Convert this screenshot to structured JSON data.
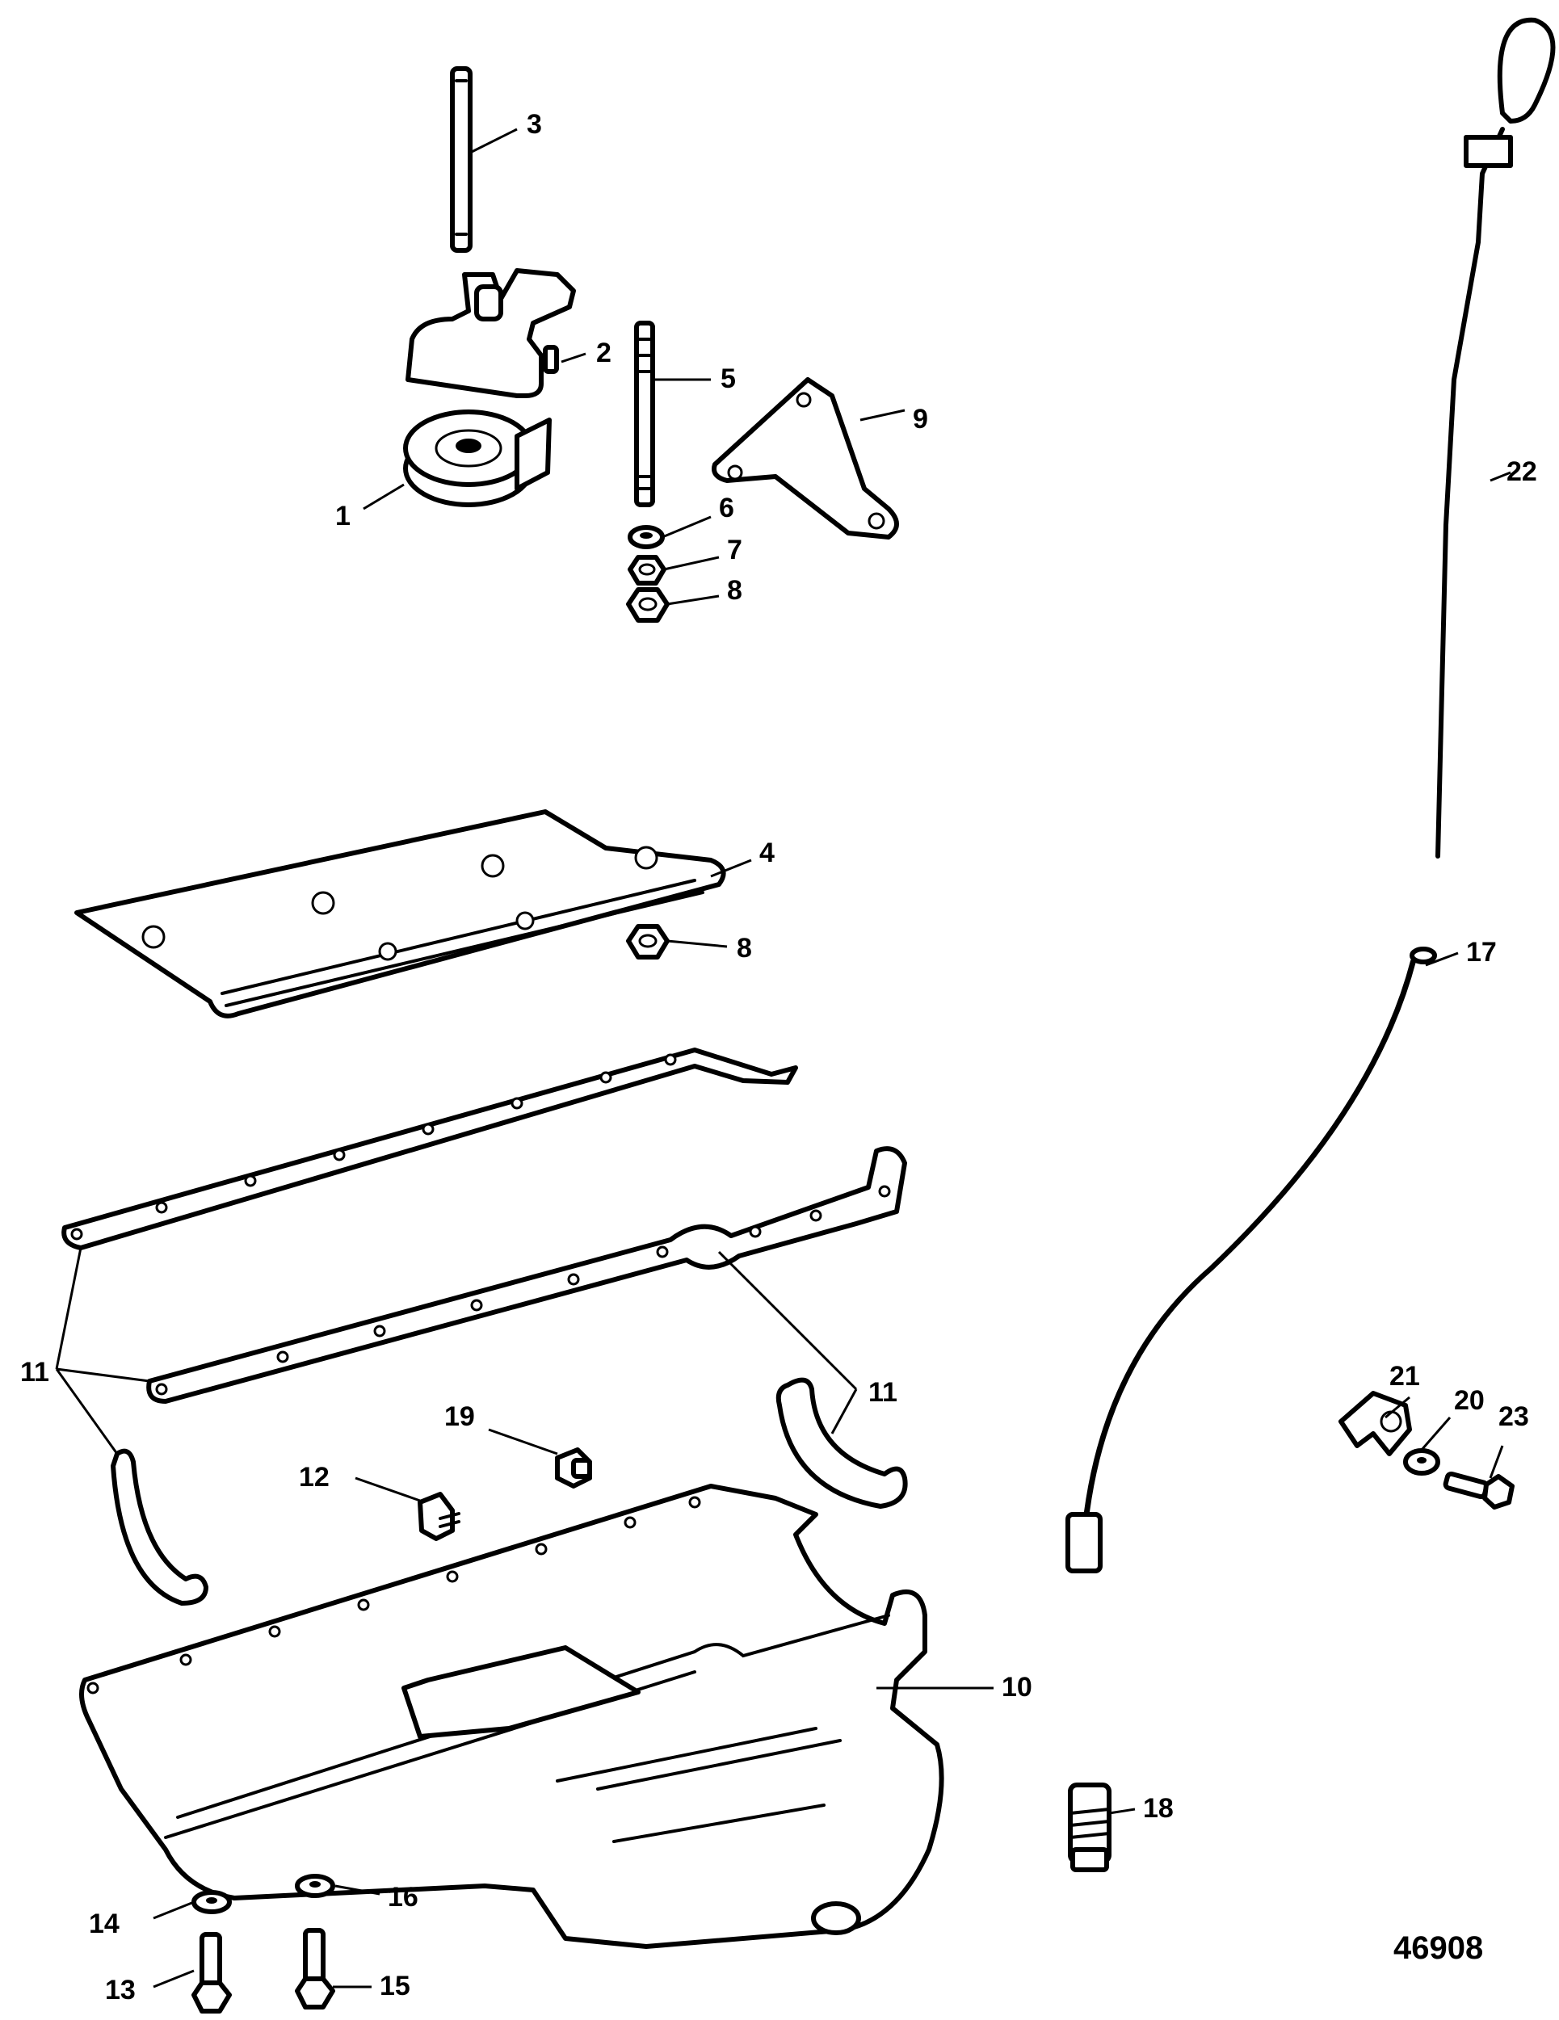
{
  "callouts": [
    {
      "id": "c1",
      "label": "1"
    },
    {
      "id": "c2",
      "label": "2"
    },
    {
      "id": "c3",
      "label": "3"
    },
    {
      "id": "c4",
      "label": "4"
    },
    {
      "id": "c5",
      "label": "5"
    },
    {
      "id": "c6",
      "label": "6"
    },
    {
      "id": "c7",
      "label": "7"
    },
    {
      "id": "c8a",
      "label": "8"
    },
    {
      "id": "c8b",
      "label": "8"
    },
    {
      "id": "c9",
      "label": "9"
    },
    {
      "id": "c10",
      "label": "10"
    },
    {
      "id": "c11a",
      "label": "11"
    },
    {
      "id": "c11b",
      "label": "11"
    },
    {
      "id": "c12",
      "label": "12"
    },
    {
      "id": "c13",
      "label": "13"
    },
    {
      "id": "c14",
      "label": "14"
    },
    {
      "id": "c15",
      "label": "15"
    },
    {
      "id": "c16",
      "label": "16"
    },
    {
      "id": "c17",
      "label": "17"
    },
    {
      "id": "c18",
      "label": "18"
    },
    {
      "id": "c19",
      "label": "19"
    },
    {
      "id": "c20",
      "label": "20"
    },
    {
      "id": "c21",
      "label": "21"
    },
    {
      "id": "c22",
      "label": "22"
    },
    {
      "id": "c23",
      "label": "23"
    }
  ],
  "figure_number": "46908"
}
